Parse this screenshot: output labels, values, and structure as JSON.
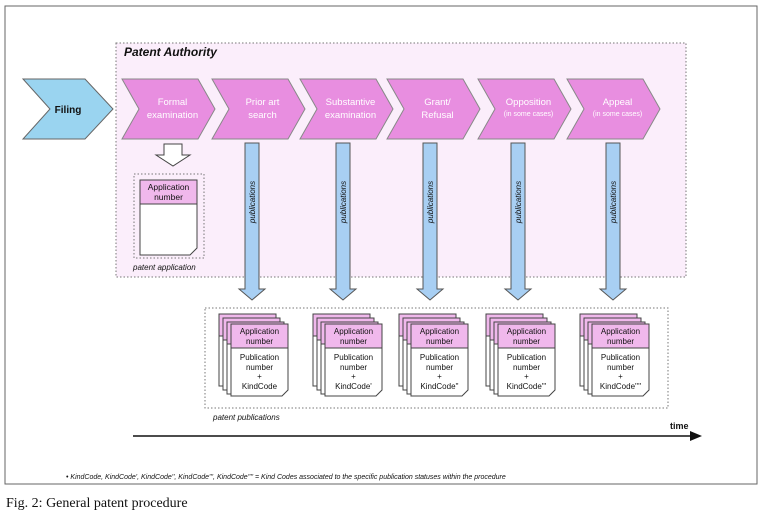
{
  "filing": {
    "label": "Filing"
  },
  "authority": {
    "title": "Patent Authority"
  },
  "steps": [
    {
      "line1": "Formal",
      "line2": "examination",
      "note": ""
    },
    {
      "line1": "Prior art",
      "line2": "search",
      "note": ""
    },
    {
      "line1": "Substantive",
      "line2": "examination",
      "note": ""
    },
    {
      "line1": "Grant/",
      "line2": "Refusal",
      "note": ""
    },
    {
      "line1": "Opposition",
      "line2": "",
      "note": "(in some cases)"
    },
    {
      "line1": "Appeal",
      "line2": "",
      "note": "(in some cases)"
    }
  ],
  "arrow_label": "publications",
  "application_doc": {
    "header_line1": "Application",
    "header_line2": "number",
    "label": "patent application"
  },
  "publications": {
    "label": "patent publications",
    "header_line1": "Application",
    "header_line2": "number",
    "body_line1": "Publication",
    "body_line2": "number",
    "plus": "+",
    "kindcodes": [
      "KindCode",
      "KindCode'",
      "KindCode''",
      "KindCode'''",
      "KindCode''''"
    ]
  },
  "time_label": "time",
  "footnote": "• KindCode, KindCode', KindCode'', KindCode''', KindCode'''' = Kind Codes associated to the specific publication statuses within the procedure",
  "caption": "Fig. 2: General patent procedure",
  "colors": {
    "step_fill": "#e88ee0",
    "authority_fill": "#fbeefb",
    "filing_fill": "#9ad4f0",
    "arrow_fill": "#a8cff3",
    "doc_header": "#f0b8ec"
  }
}
